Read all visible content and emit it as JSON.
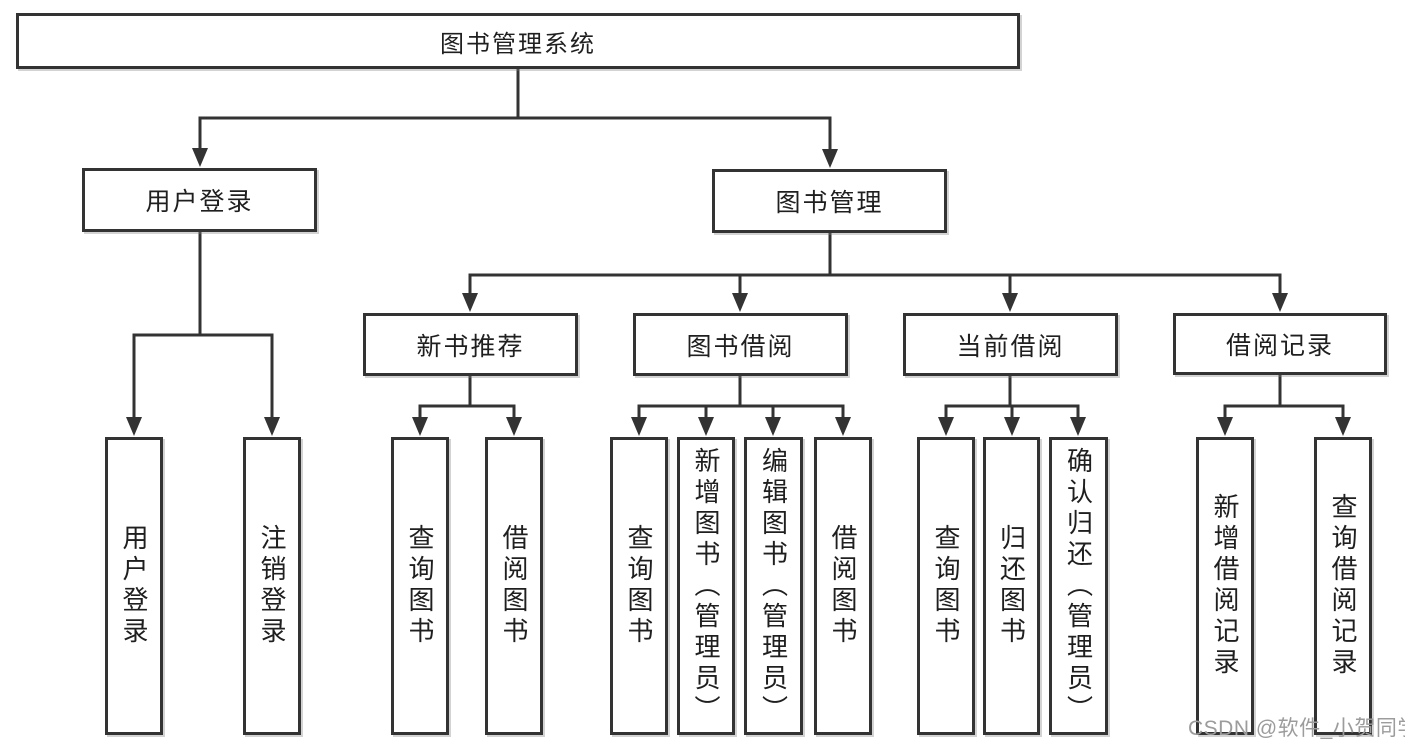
{
  "diagram": {
    "title": "图书管理系统",
    "user_login": {
      "label": "用户登录",
      "leaves": [
        "用户登录",
        "注销登录"
      ]
    },
    "book_mgmt": {
      "label": "图书管理",
      "groups": [
        {
          "label": "新书推荐",
          "leaves": [
            "查询图书",
            "借阅图书"
          ]
        },
        {
          "label": "图书借阅",
          "leaves": [
            "查询图书",
            "新增图书（管理员）",
            "编辑图书（管理员）",
            "借阅图书"
          ]
        },
        {
          "label": "当前借阅",
          "leaves": [
            "查询图书",
            "归还图书",
            "确认归还（管理员）"
          ]
        },
        {
          "label": "借阅记录",
          "leaves": [
            "新增借阅记录",
            "查询借阅记录"
          ]
        }
      ]
    },
    "watermark": "CSDN @软件_小贺同学",
    "colors": {
      "line": "#333333",
      "text": "#1f1f1f",
      "watermark": "#9c9c9c",
      "background": "#ffffff"
    }
  }
}
